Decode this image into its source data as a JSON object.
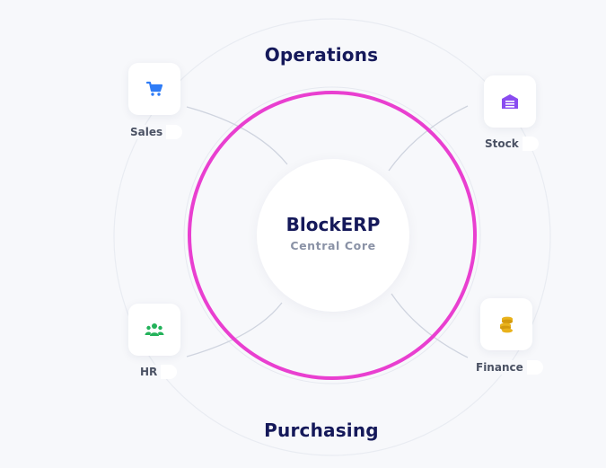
{
  "diagram": {
    "top_title": "Operations",
    "bottom_title": "Purchasing",
    "core": {
      "title": "BlockERP",
      "subtitle": "Central Core"
    },
    "modules": [
      {
        "label": "Sales",
        "icon": "shopping-cart-icon",
        "color": "#2f7cf6"
      },
      {
        "label": "Stock",
        "icon": "warehouse-icon",
        "color": "#8a4cf0"
      },
      {
        "label": "HR",
        "icon": "team-icon",
        "color": "#23b25a"
      },
      {
        "label": "Finance",
        "icon": "coins-icon",
        "color": "#e9b21b"
      }
    ],
    "colors": {
      "ring": "#e93fd0",
      "title_text": "#15195a",
      "connector": "#cfd4df",
      "background": "#f7f8fb"
    }
  }
}
